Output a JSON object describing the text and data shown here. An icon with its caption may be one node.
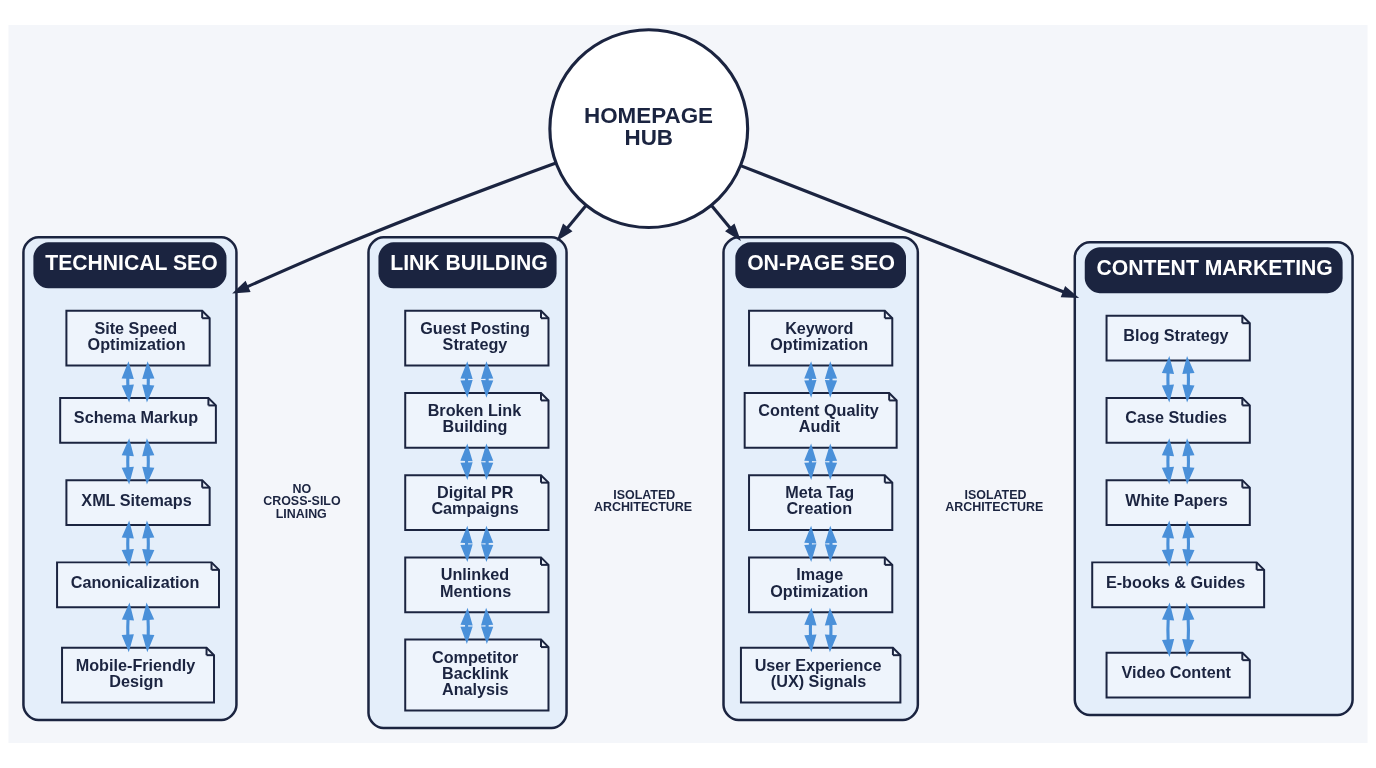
{
  "diagram": {
    "nodes": [
      {
        "text": [
          "HOMEPAGE HUB"
        ]
      },
      {
        "text": [
          "TECHNICAL SEO"
        ]
      },
      {
        "text": [
          "Site Speed Optimization"
        ],
        "in": 1
      },
      {
        "text": [
          "Schema Markup"
        ],
        "in": 1
      },
      {
        "text": [
          "XML Sitemaps"
        ],
        "in": 1
      },
      {
        "text": [
          "Canonicalization"
        ],
        "in": 1
      },
      {
        "text": [
          "Mobile-Friendly Design"
        ],
        "in": 1
      },
      {
        "text": [
          "LINK BUILDING"
        ]
      },
      {
        "text": [
          "Guest Posting Strategy"
        ],
        "in": 7
      },
      {
        "text": [
          "Broken Link Building"
        ],
        "in": 7
      },
      {
        "text": [
          "Digital PR Campaigns"
        ],
        "in": 7
      },
      {
        "text": [
          "Unlinked Mentions"
        ],
        "in": 7
      },
      {
        "text": [
          "Competitor Backlink Analysis"
        ],
        "in": 7
      },
      {
        "text": [
          "ON-PAGE SEO"
        ]
      },
      {
        "text": [
          "Keyword Optimization"
        ],
        "in": 13
      },
      {
        "text": [
          "Content Quality Audit"
        ],
        "in": 13
      },
      {
        "text": [
          "Meta Tag Creation"
        ],
        "in": 13
      },
      {
        "text": [
          "Image Optimization"
        ],
        "in": 13
      },
      {
        "text": [
          "User Experience (UX) Signals"
        ],
        "in": 13
      },
      {
        "text": [
          "CONTENT MARKETING"
        ]
      },
      {
        "text": [
          "Blog Strategy"
        ],
        "in": 19
      },
      {
        "text": [
          "Case Studies"
        ],
        "in": 19
      },
      {
        "text": [
          "White Papers"
        ],
        "in": 19
      },
      {
        "text": [
          "E-books & Guides"
        ],
        "in": 19
      },
      {
        "text": [
          "Video Content"
        ],
        "in": 19
      }
    ],
    "edges": [
      {
        "from": 0,
        "to": 1,
        "arrow": "to",
        "color": "#1b2440"
      },
      {
        "from": 0,
        "to": 7,
        "arrow": "to",
        "color": "#1b2440"
      },
      {
        "from": 0,
        "to": 13,
        "arrow": "to",
        "color": "#1b2440"
      },
      {
        "from": 0,
        "to": 19,
        "arrow": "to",
        "color": "#1b2440"
      },
      {
        "from": 2,
        "to": 3,
        "arrow": "both"
      },
      {
        "from": 2,
        "to": 3,
        "arrow": "both"
      },
      {
        "from": 3,
        "to": 4,
        "arrow": "both"
      },
      {
        "from": 3,
        "to": 4,
        "arrow": "both"
      },
      {
        "from": 4,
        "to": 5,
        "arrow": "both"
      },
      {
        "from": 4,
        "to": 5,
        "arrow": "both"
      },
      {
        "from": 5,
        "to": 6,
        "arrow": "both"
      },
      {
        "from": 5,
        "to": 6,
        "arrow": "both"
      },
      {
        "from": 8,
        "to": 9,
        "arrow": "both"
      },
      {
        "from": 8,
        "to": 9,
        "arrow": "both"
      },
      {
        "from": 9,
        "to": 10,
        "arrow": "both"
      },
      {
        "from": 9,
        "to": 10,
        "arrow": "both"
      },
      {
        "from": 10,
        "to": 11,
        "arrow": "both"
      },
      {
        "from": 10,
        "to": 11,
        "arrow": "both"
      },
      {
        "from": 11,
        "to": 12,
        "arrow": "both"
      },
      {
        "from": 11,
        "to": 12,
        "arrow": "both"
      },
      {
        "from": 14,
        "to": 15,
        "arrow": "both"
      },
      {
        "from": 14,
        "to": 15,
        "arrow": "both"
      },
      {
        "from": 15,
        "to": 16,
        "arrow": "both"
      },
      {
        "from": 15,
        "to": 16,
        "arrow": "both"
      },
      {
        "from": 16,
        "to": 17,
        "arrow": "both"
      },
      {
        "from": 16,
        "to": 17,
        "arrow": "both"
      },
      {
        "from": 17,
        "to": 18,
        "arrow": "both"
      },
      {
        "from": 17,
        "to": 18,
        "arrow": "both"
      },
      {
        "from": 20,
        "to": 21,
        "arrow": "both"
      },
      {
        "from": 20,
        "to": 21,
        "arrow": "both"
      },
      {
        "from": 21,
        "to": 22,
        "arrow": "both"
      },
      {
        "from": 21,
        "to": 22,
        "arrow": "both"
      },
      {
        "from": 22,
        "to": 23,
        "arrow": "both"
      },
      {
        "from": 22,
        "to": 23,
        "arrow": "both"
      },
      {
        "from": 23,
        "to": 24,
        "arrow": "both"
      },
      {
        "from": 23,
        "to": 24,
        "arrow": "both"
      }
    ],
    "labels": [
      "NO CROSS-SILO LINAING",
      "ISOLATED ARCHITECTURE",
      "ISOLATED ARCHITECTURE"
    ]
  }
}
